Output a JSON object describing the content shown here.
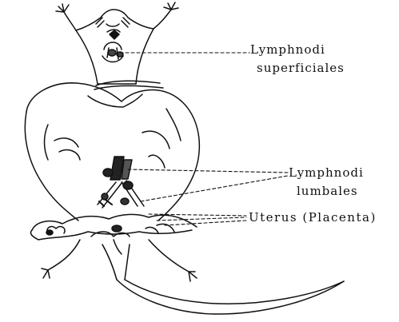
{
  "labels": {
    "lymphnodi_superficiales": {
      "line1": "Lymphnodi",
      "line2": "superficiales"
    },
    "lymphnodi_lumbales": {
      "line1": "Lymphnodi",
      "line2": "lumbales"
    },
    "uterus_placenta": "Uterus (Placenta)"
  }
}
